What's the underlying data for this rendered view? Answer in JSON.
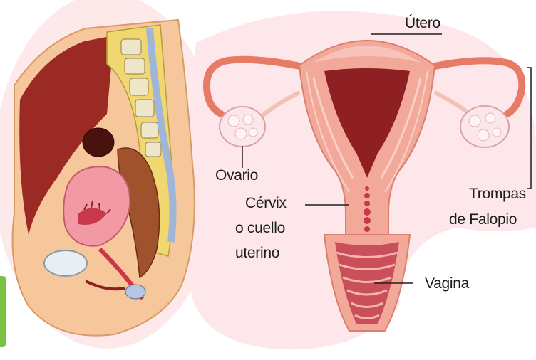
{
  "labels": {
    "utero": "Útero",
    "ovario": "Ovario",
    "cervix_line1": "Cérvix",
    "cervix_line2": "o cuello",
    "cervix_line3": "uterino",
    "vagina": "Vagina",
    "trompas_line1": "Trompas",
    "trompas_line2": "de Falopio"
  },
  "colors": {
    "background_blush": "#fbe3e6",
    "skin": "#f6c79a",
    "uterus_pink": "#f2a99a",
    "uterus_dark": "#8e1f22",
    "ovary": "#fbe6ea",
    "bone": "#efe5c8",
    "accent_green": "#7bc142"
  }
}
